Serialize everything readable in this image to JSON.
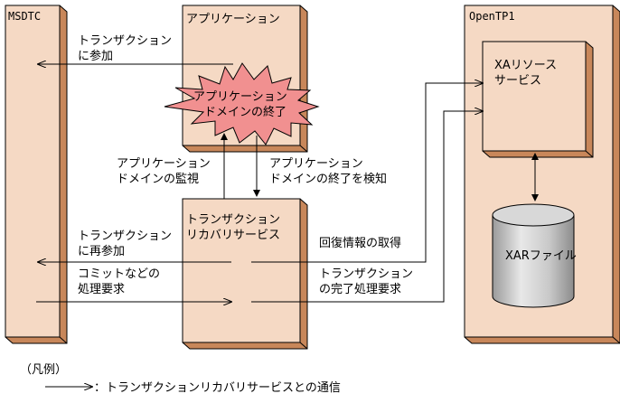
{
  "nodes": {
    "msdtc": {
      "label": "MSDTC"
    },
    "app": {
      "label": "アプリケーション"
    },
    "opentp1": {
      "label": "OpenTP1"
    },
    "xa_service": {
      "line1": "XAリソース",
      "line2": "サービス"
    },
    "xar_file": {
      "label": "XARファイル"
    },
    "recovery": {
      "line1": "トランザクション",
      "line2": "リカバリサービス"
    },
    "burst": {
      "line1": "アプリケーション",
      "line2": "ドメインの終了"
    }
  },
  "labels": {
    "join1_l1": "トランザクション",
    "join1_l2": "に参加",
    "monitor_l1": "アプリケーション",
    "monitor_l2": "ドメインの監視",
    "detect_l1": "アプリケーション",
    "detect_l2": "ドメインの終了を検知",
    "rejoin_l1": "トランザクション",
    "rejoin_l2": "に再参加",
    "commit_l1": "コミットなどの",
    "commit_l2": "処理要求",
    "recover_info": "回復情報の取得",
    "complete_l1": "トランザクション",
    "complete_l2": "の完了処理要求"
  },
  "legend": {
    "title": "（凡例）",
    "desc": "：トランザクションリカバリサービスとの通信"
  }
}
